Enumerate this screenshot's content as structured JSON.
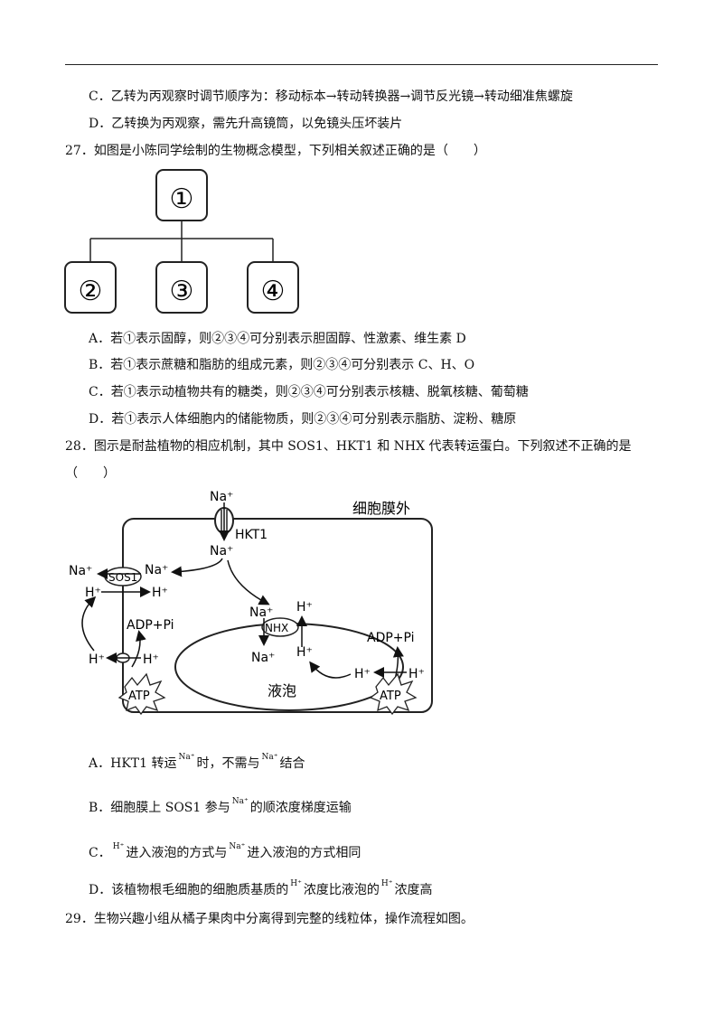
{
  "q26": {
    "c": "C．乙转为丙观察时调节顺序为：移动标本→转动转换器→调节反光镜→转动细准焦螺旋",
    "d": "D．乙转换为丙观察，需先升高镜筒，以免镜头压坏装片"
  },
  "q27": {
    "stem": "27．如图是小陈同学绘制的生物概念模型，下列相关叙述正确的是（　　）",
    "diagram": {
      "top": "①",
      "children": [
        "②",
        "③",
        "④"
      ]
    },
    "a": "A．若①表示固醇，则②③④可分别表示胆固醇、性激素、维生素 D",
    "b": "B．若①表示蔗糖和脂肪的组成元素，则②③④可分别表示 C、H、O",
    "c": "C．若①表示动植物共有的糖类，则②③④可分别表示核糖、脱氧核糖、葡萄糖",
    "d": "D．若①表示人体细胞内的储能物质，则②③④可分别表示脂肪、淀粉、糖原"
  },
  "q28": {
    "stem1": "28．图示是耐盐植物的相应机制，其中 SOS1、HKT1 和 NHX 代表转运蛋白。下列叙述不正确的是",
    "stem2": "（　　）",
    "diagram": {
      "outside": "细胞膜外",
      "vacuole": "液泡",
      "hkt1": "HKT1",
      "sos1": "SOS1",
      "nhx": "NHX",
      "na": "Na⁺",
      "h": "H⁺",
      "adp": "ADP+Pi",
      "atp": "ATP"
    },
    "a_pre": "A．HKT1 转运",
    "a_sup1": "Na⁺",
    "a_mid": "时，不需与",
    "a_sup2": "Na⁺",
    "a_post": "结合",
    "b_pre": "B．细胞膜上 SOS1 参与",
    "b_sup": "Na⁺",
    "b_post": "的顺浓度梯度运输",
    "c_pre": "C．",
    "c_sup1": "H⁺",
    "c_mid": "进入液泡的方式与",
    "c_sup2": "Na⁺",
    "c_post": "进入液泡的方式相同",
    "d_pre": "D．该植物根毛细胞的细胞质基质的",
    "d_sup1": "H⁺",
    "d_mid": "浓度比液泡的",
    "d_sup2": "H⁺",
    "d_post": "浓度高"
  },
  "q29": {
    "stem": "29．生物兴趣小组从橘子果肉中分离得到完整的线粒体，操作流程如图。"
  }
}
